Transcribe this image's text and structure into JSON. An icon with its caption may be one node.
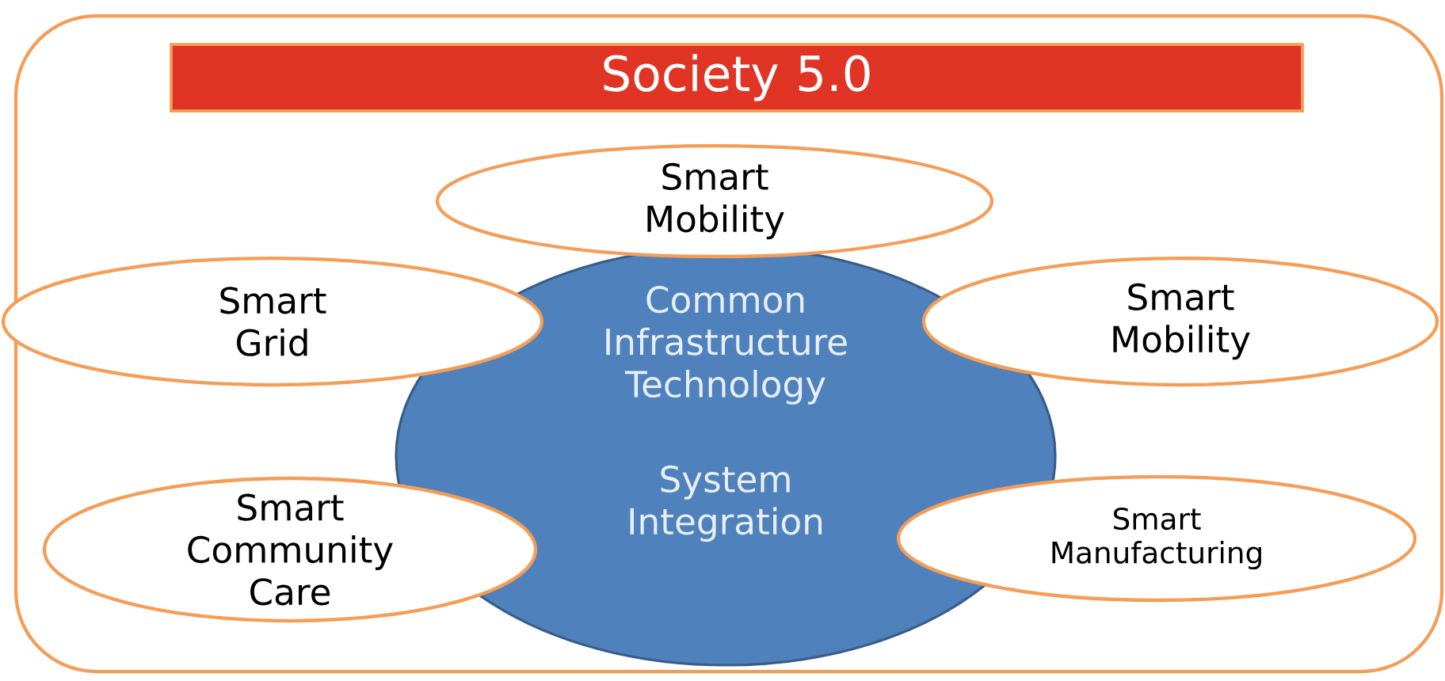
{
  "diagram": {
    "nodes": [
      {
        "text": [],
        "shape": "box"
      },
      {
        "text": [
          "Society 5.0"
        ],
        "in": 0
      },
      {
        "text": [
          "Smart Mobility"
        ],
        "in": 0
      },
      {
        "text": [
          "Smart Grid"
        ],
        "in": 0
      },
      {
        "text": [
          "Common Infrastructure Technology",
          "System Integration"
        ],
        "in": 0
      },
      {
        "text": [
          "Smart Mobility"
        ],
        "in": 0
      },
      {
        "text": [
          "Smart Community Care"
        ],
        "in": 0
      },
      {
        "text": [
          "Smart Manufacturing"
        ],
        "in": 0
      }
    ]
  }
}
